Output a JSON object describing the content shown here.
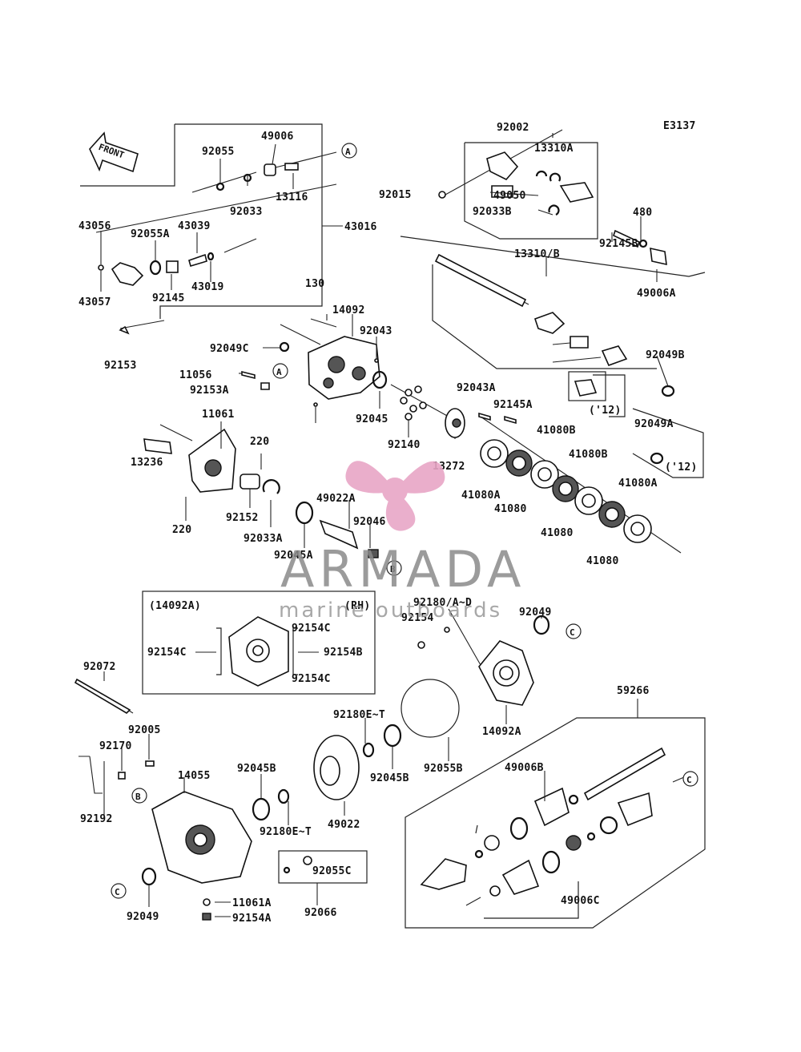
{
  "diagram_code": "E3137",
  "front_label": "FRONT",
  "watermark": {
    "title": "ARMADA",
    "subtitle": "marine outboards",
    "accent_color": "#e8a6c6"
  },
  "callouts": [
    "A",
    "B",
    "C"
  ],
  "labels": [
    "92002",
    "13310A",
    "92015",
    "49050",
    "92033B",
    "480",
    "92145B",
    "49006A",
    "13310/B",
    "92049B",
    "('12)",
    "92049A",
    "49006",
    "92055",
    "13116",
    "92033",
    "43016",
    "43056",
    "92055A",
    "43039",
    "43057",
    "92145",
    "43019",
    "92153",
    "130",
    "14092",
    "92043",
    "92049C",
    "11056",
    "92153A",
    "92045",
    "92043A",
    "92145A",
    "41080B",
    "92140",
    "13272",
    "41080A",
    "41080",
    "11061",
    "220",
    "13236",
    "49022A",
    "92046",
    "92152",
    "92033A",
    "92045A",
    "(14092A)",
    "(RH)",
    "92154C",
    "92154B",
    "92180/A~D",
    "92154",
    "92049",
    "14092A",
    "92072",
    "92180E~T",
    "92045B",
    "92055B",
    "59266",
    "92005",
    "92170",
    "14055",
    "49006B",
    "92192",
    "49022",
    "92055C",
    "11061A",
    "92154A",
    "92066",
    "49006C"
  ]
}
